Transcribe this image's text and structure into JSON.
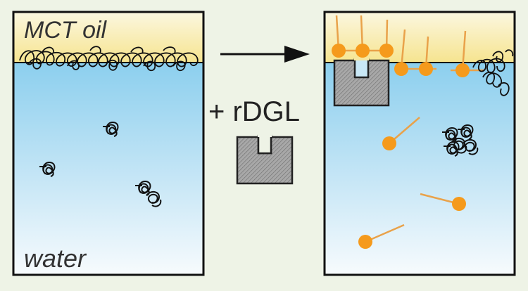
{
  "left_panel": {
    "oil_label": "MCT oil",
    "water_label": "water"
  },
  "middle": {
    "reagent_label": "+ rDGL"
  },
  "colors": {
    "background": "#eef3e6",
    "panel_border": "#111111",
    "oil_top": "#fbf6d8",
    "oil_bottom": "#f7e89a",
    "water_top": "#8fd0ee",
    "water_bottom": "#f4fafd",
    "lipid": "#f59a1c",
    "lipid_tail": "#e9a24a",
    "enzyme_fill": "#9d9d9d",
    "coil": "#111111"
  },
  "icons": [
    "arrow-right-icon",
    "rdgl-enzyme-icon",
    "lipid-molecule-icon",
    "protein-coil-icon"
  ]
}
